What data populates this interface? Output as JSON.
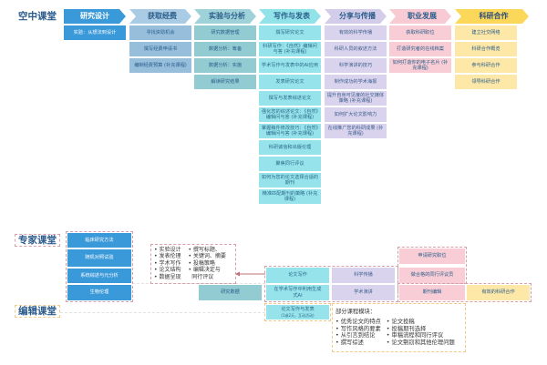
{
  "sky": {
    "label": "空中课堂",
    "columns": [
      {
        "title": "研究设计",
        "items": [
          "实验：从想法到设计"
        ]
      },
      {
        "title": "获取经费",
        "items": [
          "寻找资助机会",
          "撰写经费申请书",
          "编制经费预算 (补充课程)"
        ]
      },
      {
        "title": "实验与分析",
        "items": [
          "研究数据管理",
          "数据分析：筹备",
          "数据分析：实施",
          "解读研究结果"
        ]
      },
      {
        "title": "写作与发表",
        "items": [
          "撰写研究论文",
          "科研写作：《自然》编辑问与答 (补充课程)",
          "学术写作与发表中的AI应用",
          "发表研究论文",
          "撰写与发表综述论文",
          "强化您的综述论文：《自然》编辑问与答 (补充课程)",
          "掌握稿件修改技巧：《自然》编辑问与答 (补充课程)",
          "科研诚信和出版伦理",
          "聚焦同行评议",
          "如何为您的论文选择合适的期刊",
          "精准匹配期刊的策略 (补充课程)"
        ]
      },
      {
        "title": "分享与传播",
        "items": [
          "有效的科学传播",
          "科研人员的叙述方法",
          "科学演讲的技巧",
          "制作成功的学术海报",
          "提升自身可见度的社交媒体策略 (补充课程)",
          "如何扩大论文影响力",
          "在线推广您的科研成果 (补充课程)"
        ]
      },
      {
        "title": "职业发展",
        "items": [
          "获取科研职位",
          "打造研究者的在线档案",
          "如何打造你的电子名片 (补充课程)"
        ]
      },
      {
        "title": "科研合作",
        "items": [
          "建立社交网络",
          "科研合作概览",
          "参与科研合作",
          "领导科研合作"
        ]
      }
    ]
  },
  "expert": {
    "label": "专家课堂",
    "methods": [
      "临床研究方法",
      "随机对照试验",
      "系统综述与元分析",
      "生物伦理"
    ],
    "bullets_left": [
      "实验设计",
      "发表伦理",
      "学术写作",
      "论文结构",
      "数据呈现"
    ],
    "bullets_right": [
      "撰写标题、",
      "关键词、摘要",
      "投稿策略",
      "编辑决定与",
      "同行评议"
    ],
    "research_data": "研究数据",
    "paper_writing": "论文写作",
    "ai_writing": "在学术写作中利用生成式AI",
    "sci_comm": "科学传播",
    "academic_talk": "学术演讲",
    "apply_position": "申请研究职位",
    "peer_reviewer": "做合格的同行评议员",
    "journal_editing": "期刊编辑",
    "effective_collab": "有效的科研合作"
  },
  "editor": {
    "label": "编辑课堂",
    "workshop_title": "论文写作与发表",
    "workshop_note": "(1或2天，互动活动)",
    "modules_title": "部分课程模块：",
    "modules_left": [
      "优秀论文的特点",
      "写作风格的要素",
      "从引言到结论",
      "撰写综述"
    ],
    "modules_right": [
      "论文投稿",
      "投稿期刊选择",
      "审稿流程和同行评议",
      "论文剽窃和其他伦理问题"
    ]
  },
  "colors": {
    "blue": "#3a99d8",
    "cyan": "#97e3eb",
    "lavender": "#dad3ed",
    "pink": "#f8cdd5",
    "yellow": "#fbd75a",
    "dashed_pink": "#d9a0aa",
    "dashed_orange": "#f3c98a"
  }
}
